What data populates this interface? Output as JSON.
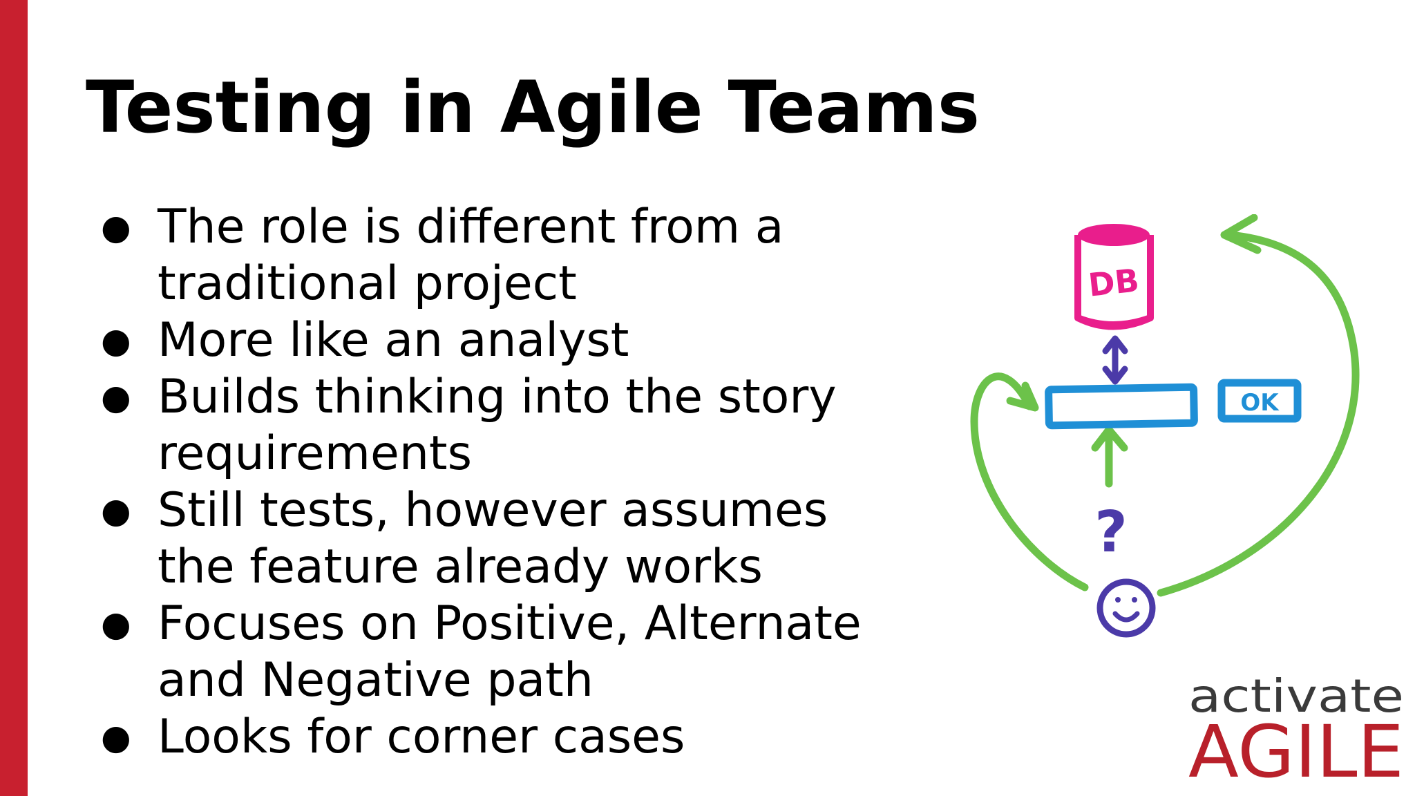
{
  "slide": {
    "title": "Testing in Agile Teams",
    "bullets": [
      "The role is different from a traditional project",
      "More like an analyst",
      "Builds thinking into the story requirements",
      "Still tests, however assumes the feature already works",
      "Focuses on Positive, Alternate and Negative path",
      "Looks for corner cases"
    ]
  },
  "sketch": {
    "db_label": "DB",
    "ok_label": "OK",
    "question_mark": "?",
    "icons": [
      "database-icon",
      "input-field-icon",
      "ok-button-icon",
      "user-smiley-icon",
      "question-mark-icon"
    ]
  },
  "logo": {
    "line1": "activate",
    "line2": "AGILE"
  },
  "colors": {
    "accent_bar": "#c8202f",
    "green": "#6cc24a",
    "magenta": "#e91e8c",
    "blue": "#1f8fd6",
    "purple": "#4b3aa8",
    "logo_red": "#b8202a",
    "logo_grey": "#3a3a3a"
  }
}
